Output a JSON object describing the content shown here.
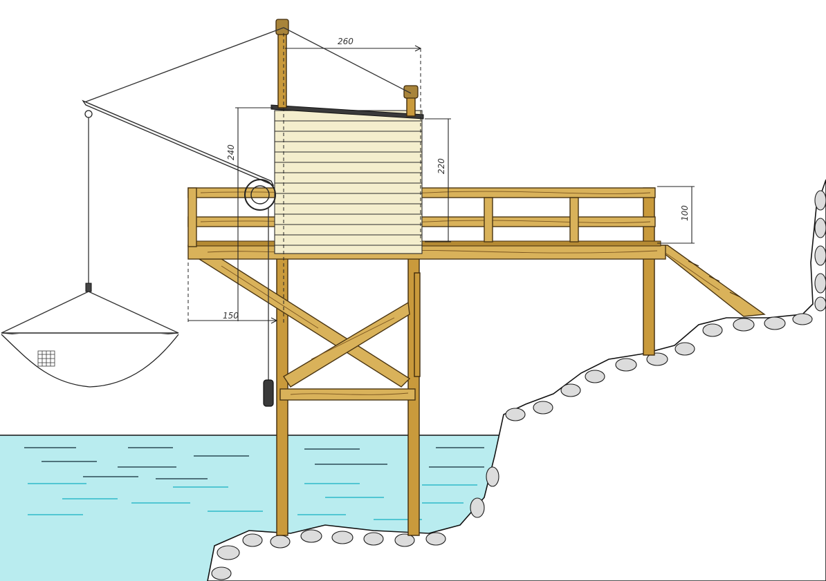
{
  "dimensions": {
    "roof_width": "260",
    "hut_height_left": "240",
    "hut_height_right": "220",
    "railing_height": "100",
    "boom_offset": "150"
  },
  "colors": {
    "water": "#b9ecef",
    "wood": "#d9b25a",
    "hut_wall": "#f4eecd"
  }
}
